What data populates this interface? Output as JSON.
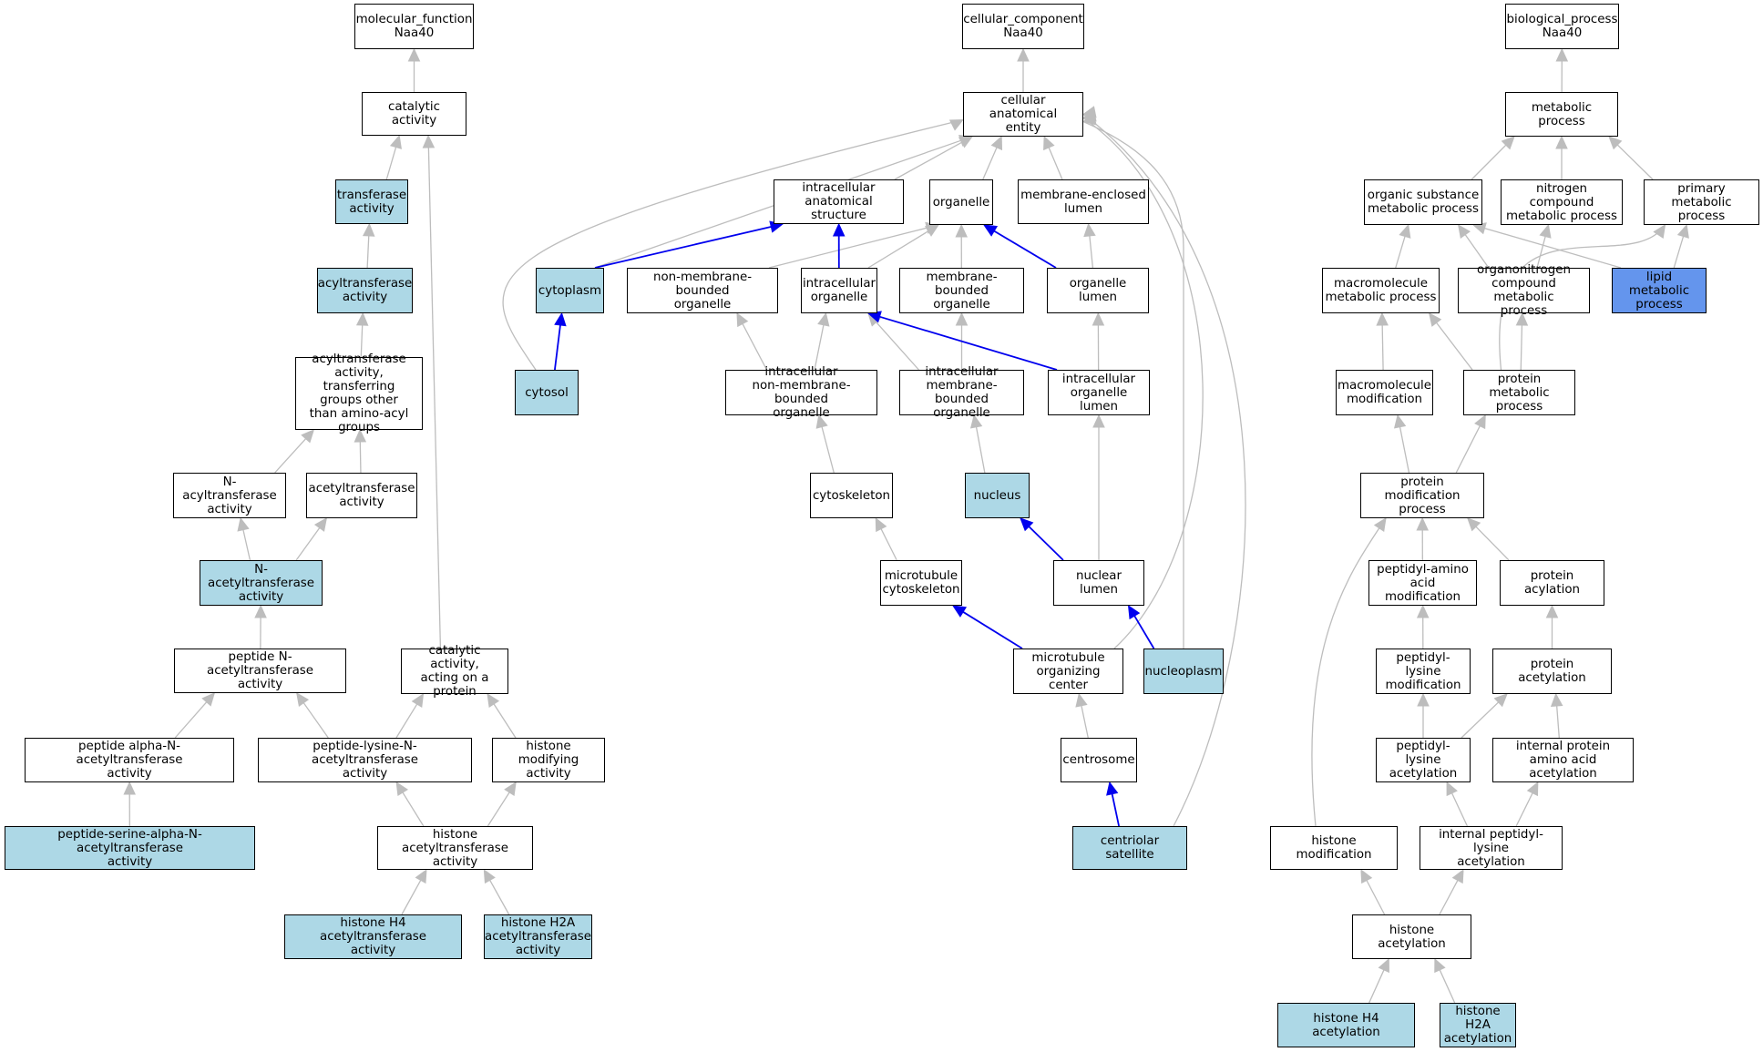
{
  "colors": {
    "highlight": "#ADD8E6",
    "highlight_strong": "#6495ED",
    "edge_default": "#bdbdbd",
    "edge_strong": "#0000ee",
    "border": "#000000"
  },
  "nodes": {
    "mf_root": {
      "text": "molecular_function\nNaa40",
      "fill": "none"
    },
    "catalytic_activity": {
      "text": "catalytic activity",
      "fill": "none"
    },
    "transferase_activity": {
      "text": "transferase\nactivity",
      "fill": "highlight"
    },
    "acyltransferase_activity": {
      "text": "acyltransferase\nactivity",
      "fill": "highlight"
    },
    "acyltransferase_other": {
      "text": "acyltransferase\nactivity, transferring\ngroups other\nthan amino-acyl\ngroups",
      "fill": "none"
    },
    "n_acyltransferase": {
      "text": "N-acyltransferase\nactivity",
      "fill": "none"
    },
    "acetyltransferase": {
      "text": "acetyltransferase\nactivity",
      "fill": "none"
    },
    "n_acetyltransferase": {
      "text": "N-acetyltransferase\nactivity",
      "fill": "highlight"
    },
    "peptide_n_acetyltransferase": {
      "text": "peptide N-acetyltransferase\nactivity",
      "fill": "none"
    },
    "catalytic_on_protein": {
      "text": "catalytic activity,\nacting on a\nprotein",
      "fill": "none"
    },
    "peptide_alpha": {
      "text": "peptide alpha-N-acetyltransferase\nactivity",
      "fill": "none"
    },
    "peptide_lysine": {
      "text": "peptide-lysine-N-acetyltransferase\nactivity",
      "fill": "none"
    },
    "histone_modifying": {
      "text": "histone modifying\nactivity",
      "fill": "none"
    },
    "peptide_serine": {
      "text": "peptide-serine-alpha-N-acetyltransferase\nactivity",
      "fill": "highlight"
    },
    "histone_acetyltransferase": {
      "text": "histone acetyltransferase\nactivity",
      "fill": "none"
    },
    "h4_acetyltransferase": {
      "text": "histone H4 acetyltransferase\nactivity",
      "fill": "highlight"
    },
    "h2a_acetyltransferase": {
      "text": "histone H2A\nacetyltransferase\nactivity",
      "fill": "highlight"
    },
    "cc_root": {
      "text": "cellular_component\nNaa40",
      "fill": "none"
    },
    "cellular_anatomical_entity": {
      "text": "cellular anatomical\nentity",
      "fill": "none"
    },
    "intracellular_anatomical_structure": {
      "text": "intracellular\nanatomical structure",
      "fill": "none"
    },
    "organelle": {
      "text": "organelle",
      "fill": "none"
    },
    "membrane_enclosed_lumen": {
      "text": "membrane-enclosed\nlumen",
      "fill": "none"
    },
    "cytoplasm": {
      "text": "cytoplasm",
      "fill": "highlight"
    },
    "non_membrane_bounded_organelle": {
      "text": "non-membrane-bounded\norganelle",
      "fill": "none"
    },
    "intracellular_organelle": {
      "text": "intracellular\norganelle",
      "fill": "none"
    },
    "membrane_bounded_organelle": {
      "text": "membrane-bounded\norganelle",
      "fill": "none"
    },
    "organelle_lumen": {
      "text": "organelle lumen",
      "fill": "none"
    },
    "cytosol": {
      "text": "cytosol",
      "fill": "highlight"
    },
    "intracellular_nmbo": {
      "text": "intracellular\nnon-membrane-bounded\norganelle",
      "fill": "none"
    },
    "intracellular_mbo": {
      "text": "intracellular\nmembrane-bounded\norganelle",
      "fill": "none"
    },
    "intracellular_organelle_lumen": {
      "text": "intracellular\norganelle lumen",
      "fill": "none"
    },
    "cytoskeleton": {
      "text": "cytoskeleton",
      "fill": "none"
    },
    "nucleus": {
      "text": "nucleus",
      "fill": "highlight"
    },
    "microtubule_cytoskeleton": {
      "text": "microtubule\ncytoskeleton",
      "fill": "none"
    },
    "nuclear_lumen": {
      "text": "nuclear lumen",
      "fill": "none"
    },
    "mtoc": {
      "text": "microtubule\norganizing center",
      "fill": "none"
    },
    "nucleoplasm": {
      "text": "nucleoplasm",
      "fill": "highlight"
    },
    "centrosome": {
      "text": "centrosome",
      "fill": "none"
    },
    "centriolar_satellite": {
      "text": "centriolar satellite",
      "fill": "highlight"
    },
    "bp_root": {
      "text": "biological_process\nNaa40",
      "fill": "none"
    },
    "metabolic_process": {
      "text": "metabolic process",
      "fill": "none"
    },
    "organic_substance_mp": {
      "text": "organic substance\nmetabolic process",
      "fill": "none"
    },
    "nitrogen_compound_mp": {
      "text": "nitrogen compound\nmetabolic process",
      "fill": "none"
    },
    "primary_mp": {
      "text": "primary metabolic\nprocess",
      "fill": "none"
    },
    "macromolecule_mp": {
      "text": "macromolecule\nmetabolic process",
      "fill": "none"
    },
    "organonitrogen_mp": {
      "text": "organonitrogen\ncompound metabolic\nprocess",
      "fill": "none"
    },
    "lipid_mp": {
      "text": "lipid metabolic\nprocess",
      "fill": "highlight_strong"
    },
    "macromolecule_modification": {
      "text": "macromolecule\nmodification",
      "fill": "none"
    },
    "protein_mp": {
      "text": "protein metabolic\nprocess",
      "fill": "none"
    },
    "protein_modification_process": {
      "text": "protein modification\nprocess",
      "fill": "none"
    },
    "peptidyl_amino_acid_modification": {
      "text": "peptidyl-amino\nacid modification",
      "fill": "none"
    },
    "protein_acylation": {
      "text": "protein acylation",
      "fill": "none"
    },
    "peptidyl_lysine_modification": {
      "text": "peptidyl-lysine\nmodification",
      "fill": "none"
    },
    "protein_acetylation": {
      "text": "protein acetylation",
      "fill": "none"
    },
    "peptidyl_lysine_acetylation": {
      "text": "peptidyl-lysine\nacetylation",
      "fill": "none"
    },
    "internal_protein_aa_acetylation": {
      "text": "internal protein\namino acid acetylation",
      "fill": "none"
    },
    "histone_modification": {
      "text": "histone modification",
      "fill": "none"
    },
    "internal_peptidyl_lysine_acetylation": {
      "text": "internal peptidyl-lysine\nacetylation",
      "fill": "none"
    },
    "histone_acetylation": {
      "text": "histone acetylation",
      "fill": "none"
    },
    "h4_acetylation": {
      "text": "histone H4 acetylation",
      "fill": "highlight"
    },
    "h2a_acetylation": {
      "text": "histone H2A\nacetylation",
      "fill": "highlight"
    }
  },
  "edges": [
    {
      "from": "catalytic_activity",
      "to": "mf_root",
      "strong": false
    },
    {
      "from": "transferase_activity",
      "to": "catalytic_activity",
      "strong": false
    },
    {
      "from": "catalytic_on_protein",
      "to": "catalytic_activity",
      "strong": false
    },
    {
      "from": "acyltransferase_activity",
      "to": "transferase_activity",
      "strong": false
    },
    {
      "from": "acyltransferase_other",
      "to": "acyltransferase_activity",
      "strong": false
    },
    {
      "from": "n_acyltransferase",
      "to": "acyltransferase_other",
      "strong": false
    },
    {
      "from": "acetyltransferase",
      "to": "acyltransferase_other",
      "strong": false
    },
    {
      "from": "n_acetyltransferase",
      "to": "n_acyltransferase",
      "strong": false
    },
    {
      "from": "n_acetyltransferase",
      "to": "acetyltransferase",
      "strong": false
    },
    {
      "from": "peptide_n_acetyltransferase",
      "to": "n_acetyltransferase",
      "strong": false
    },
    {
      "from": "peptide_alpha",
      "to": "peptide_n_acetyltransferase",
      "strong": false
    },
    {
      "from": "peptide_lysine",
      "to": "peptide_n_acetyltransferase",
      "strong": false
    },
    {
      "from": "peptide_lysine",
      "to": "catalytic_on_protein",
      "strong": false
    },
    {
      "from": "histone_modifying",
      "to": "catalytic_on_protein",
      "strong": false
    },
    {
      "from": "peptide_serine",
      "to": "peptide_alpha",
      "strong": false
    },
    {
      "from": "histone_acetyltransferase",
      "to": "peptide_lysine",
      "strong": false
    },
    {
      "from": "histone_acetyltransferase",
      "to": "histone_modifying",
      "strong": false
    },
    {
      "from": "h4_acetyltransferase",
      "to": "histone_acetyltransferase",
      "strong": false
    },
    {
      "from": "h2a_acetyltransferase",
      "to": "histone_acetyltransferase",
      "strong": false
    },
    {
      "from": "cellular_anatomical_entity",
      "to": "cc_root",
      "strong": false
    },
    {
      "from": "intracellular_anatomical_structure",
      "to": "cellular_anatomical_entity",
      "strong": false
    },
    {
      "from": "organelle",
      "to": "cellular_anatomical_entity",
      "strong": false
    },
    {
      "from": "membrane_enclosed_lumen",
      "to": "cellular_anatomical_entity",
      "strong": false
    },
    {
      "from": "cytoplasm",
      "to": "cellular_anatomical_entity",
      "strong": false
    },
    {
      "from": "cytosol",
      "to": "cellular_anatomical_entity",
      "strong": false,
      "route": "left"
    },
    {
      "from": "nucleoplasm",
      "to": "cellular_anatomical_entity",
      "strong": false,
      "route": "right1"
    },
    {
      "from": "mtoc",
      "to": "cellular_anatomical_entity",
      "strong": false,
      "route": "right2"
    },
    {
      "from": "centriolar_satellite",
      "to": "cellular_anatomical_entity",
      "strong": false,
      "route": "right3"
    },
    {
      "from": "cytoplasm",
      "to": "intracellular_anatomical_structure",
      "strong": true
    },
    {
      "from": "cytosol",
      "to": "cytoplasm",
      "strong": true
    },
    {
      "from": "non_membrane_bounded_organelle",
      "to": "organelle",
      "strong": false
    },
    {
      "from": "intracellular_organelle",
      "to": "organelle",
      "strong": false
    },
    {
      "from": "intracellular_organelle",
      "to": "intracellular_anatomical_structure",
      "strong": true
    },
    {
      "from": "membrane_bounded_organelle",
      "to": "organelle",
      "strong": false
    },
    {
      "from": "organelle_lumen",
      "to": "organelle",
      "strong": true
    },
    {
      "from": "organelle_lumen",
      "to": "membrane_enclosed_lumen",
      "strong": false
    },
    {
      "from": "intracellular_nmbo",
      "to": "non_membrane_bounded_organelle",
      "strong": false
    },
    {
      "from": "intracellular_nmbo",
      "to": "intracellular_organelle",
      "strong": false
    },
    {
      "from": "intracellular_mbo",
      "to": "intracellular_organelle",
      "strong": false
    },
    {
      "from": "intracellular_mbo",
      "to": "membrane_bounded_organelle",
      "strong": false
    },
    {
      "from": "intracellular_organelle_lumen",
      "to": "intracellular_organelle",
      "strong": true
    },
    {
      "from": "intracellular_organelle_lumen",
      "to": "organelle_lumen",
      "strong": false
    },
    {
      "from": "cytoskeleton",
      "to": "intracellular_nmbo",
      "strong": false
    },
    {
      "from": "nucleus",
      "to": "intracellular_mbo",
      "strong": false
    },
    {
      "from": "microtubule_cytoskeleton",
      "to": "cytoskeleton",
      "strong": false
    },
    {
      "from": "nuclear_lumen",
      "to": "nucleus",
      "strong": true
    },
    {
      "from": "nuclear_lumen",
      "to": "intracellular_organelle_lumen",
      "strong": false
    },
    {
      "from": "mtoc",
      "to": "microtubule_cytoskeleton",
      "strong": true
    },
    {
      "from": "nucleoplasm",
      "to": "nuclear_lumen",
      "strong": true
    },
    {
      "from": "centrosome",
      "to": "mtoc",
      "strong": false
    },
    {
      "from": "centriolar_satellite",
      "to": "centrosome",
      "strong": true
    },
    {
      "from": "metabolic_process",
      "to": "bp_root",
      "strong": false
    },
    {
      "from": "organic_substance_mp",
      "to": "metabolic_process",
      "strong": false
    },
    {
      "from": "nitrogen_compound_mp",
      "to": "metabolic_process",
      "strong": false
    },
    {
      "from": "primary_mp",
      "to": "metabolic_process",
      "strong": false
    },
    {
      "from": "macromolecule_mp",
      "to": "organic_substance_mp",
      "strong": false
    },
    {
      "from": "organonitrogen_mp",
      "to": "organic_substance_mp",
      "strong": false
    },
    {
      "from": "organonitrogen_mp",
      "to": "nitrogen_compound_mp",
      "strong": false
    },
    {
      "from": "lipid_mp",
      "to": "organic_substance_mp",
      "strong": false
    },
    {
      "from": "lipid_mp",
      "to": "primary_mp",
      "strong": false
    },
    {
      "from": "macromolecule_modification",
      "to": "macromolecule_mp",
      "strong": false
    },
    {
      "from": "protein_mp",
      "to": "macromolecule_mp",
      "strong": false
    },
    {
      "from": "protein_mp",
      "to": "organonitrogen_mp",
      "strong": false
    },
    {
      "from": "protein_mp",
      "to": "primary_mp",
      "strong": false,
      "route": "curve"
    },
    {
      "from": "protein_modification_process",
      "to": "macromolecule_modification",
      "strong": false
    },
    {
      "from": "protein_modification_process",
      "to": "protein_mp",
      "strong": false
    },
    {
      "from": "peptidyl_amino_acid_modification",
      "to": "protein_modification_process",
      "strong": false
    },
    {
      "from": "protein_acylation",
      "to": "protein_modification_process",
      "strong": false
    },
    {
      "from": "histone_modification",
      "to": "protein_modification_process",
      "strong": false,
      "route": "curve"
    },
    {
      "from": "peptidyl_lysine_modification",
      "to": "peptidyl_amino_acid_modification",
      "strong": false
    },
    {
      "from": "protein_acetylation",
      "to": "protein_acylation",
      "strong": false
    },
    {
      "from": "peptidyl_lysine_acetylation",
      "to": "peptidyl_lysine_modification",
      "strong": false
    },
    {
      "from": "peptidyl_lysine_acetylation",
      "to": "protein_acetylation",
      "strong": false
    },
    {
      "from": "internal_protein_aa_acetylation",
      "to": "protein_acetylation",
      "strong": false
    },
    {
      "from": "internal_peptidyl_lysine_acetylation",
      "to": "peptidyl_lysine_acetylation",
      "strong": false
    },
    {
      "from": "internal_peptidyl_lysine_acetylation",
      "to": "internal_protein_aa_acetylation",
      "strong": false
    },
    {
      "from": "histone_acetylation",
      "to": "histone_modification",
      "strong": false
    },
    {
      "from": "histone_acetylation",
      "to": "internal_peptidyl_lysine_acetylation",
      "strong": false
    },
    {
      "from": "h4_acetylation",
      "to": "histone_acetylation",
      "strong": false
    },
    {
      "from": "h2a_acetylation",
      "to": "histone_acetylation",
      "strong": false
    }
  ]
}
